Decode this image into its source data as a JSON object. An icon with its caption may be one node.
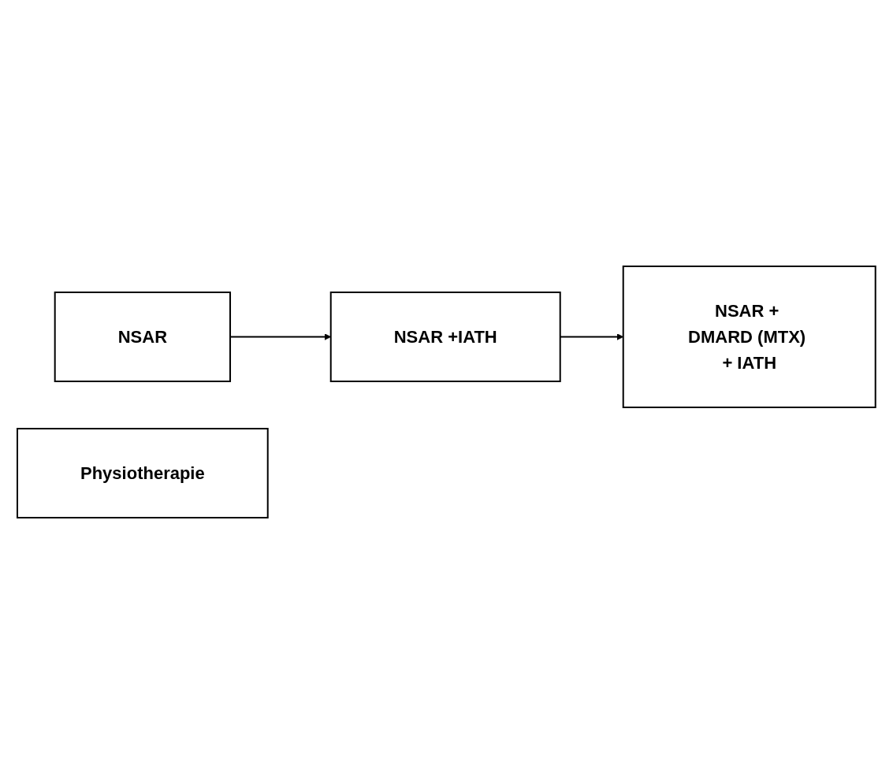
{
  "diagram": {
    "nodes": [
      {
        "text": [
          "NSAR"
        ]
      },
      {
        "text": [
          "NSAR +IATH"
        ]
      },
      {
        "text": [
          "NSAR + DMARD (MTX) + IATH"
        ]
      },
      {
        "text": [
          "Physiotherapie"
        ]
      }
    ],
    "edges": [
      {
        "from": 0,
        "to": 1,
        "arrow": "to"
      },
      {
        "from": 1,
        "to": 2,
        "arrow": "to"
      }
    ]
  }
}
